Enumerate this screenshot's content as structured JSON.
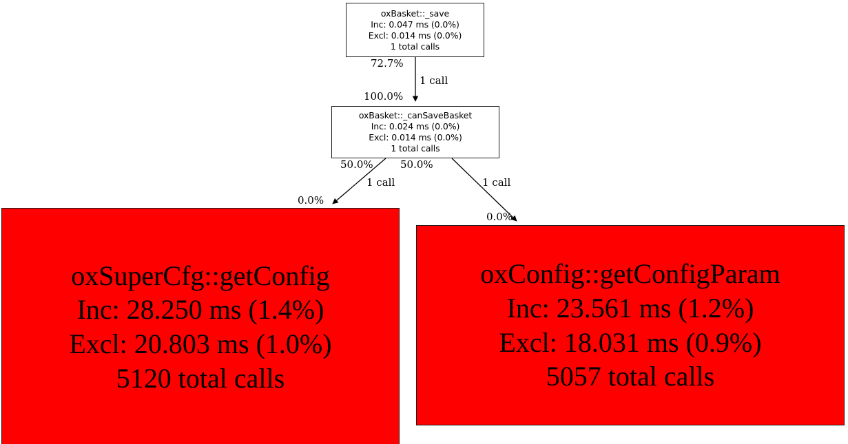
{
  "graph": {
    "type": "call-graph",
    "background": "#ffffff",
    "hot_node_color": "#ff0000",
    "plain_node_color": "#ffffff",
    "border_color": "#1a1a1a",
    "text_color": "#000000",
    "nodes": [
      {
        "id": "oxBasket::_save",
        "name": "oxBasket::_save",
        "inclusive": "Inc: 0.047 ms (0.0%)",
        "exclusive": "Excl: 0.014 ms (0.0%)",
        "calls": "1 total calls",
        "style": "plain"
      },
      {
        "id": "oxBasket::_canSaveBasket",
        "name": "oxBasket::_canSaveBasket",
        "inclusive": "Inc: 0.024 ms (0.0%)",
        "exclusive": "Excl: 0.014 ms (0.0%)",
        "calls": "1 total calls",
        "style": "plain"
      },
      {
        "id": "oxSuperCfg::getConfig",
        "name": "oxSuperCfg::getConfig",
        "inclusive": "Inc: 28.250 ms (1.4%)",
        "exclusive": "Excl: 20.803 ms (1.0%)",
        "calls": "5120 total calls",
        "style": "hot"
      },
      {
        "id": "oxConfig::getConfigParam",
        "name": "oxConfig::getConfigParam",
        "inclusive": "Inc: 23.561 ms (1.2%)",
        "exclusive": "Excl: 18.031 ms (0.9%)",
        "calls": "5057 total calls",
        "style": "hot"
      }
    ],
    "edges": [
      {
        "from": "oxBasket::_save",
        "to": "oxBasket::_canSaveBasket",
        "source_pct": "72.7%",
        "target_pct": "100.0%",
        "calls": "1 call"
      },
      {
        "from": "oxBasket::_canSaveBasket",
        "to": "oxSuperCfg::getConfig",
        "source_pct": "50.0%",
        "target_pct": "0.0%",
        "calls": "1 call"
      },
      {
        "from": "oxBasket::_canSaveBasket",
        "to": "oxConfig::getConfigParam",
        "source_pct": "50.0%",
        "target_pct": "0.0%",
        "calls": "1 call"
      }
    ]
  }
}
